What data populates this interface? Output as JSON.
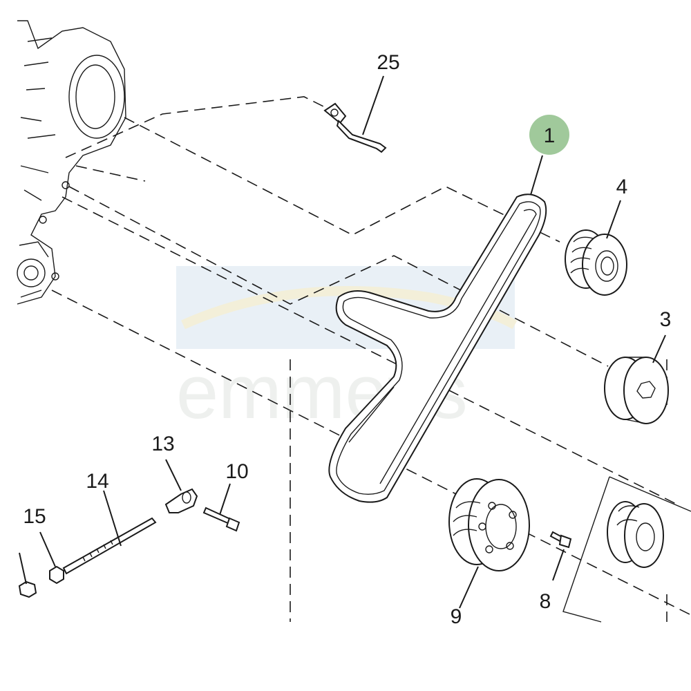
{
  "diagram": {
    "callouts": [
      {
        "id": "1",
        "text": "1",
        "highlighted": true
      },
      {
        "id": "3",
        "text": "3"
      },
      {
        "id": "4",
        "text": "4"
      },
      {
        "id": "8",
        "text": "8"
      },
      {
        "id": "9",
        "text": "9"
      },
      {
        "id": "10",
        "text": "10"
      },
      {
        "id": "13",
        "text": "13"
      },
      {
        "id": "14",
        "text": "14"
      },
      {
        "id": "15",
        "text": "15"
      },
      {
        "id": "25",
        "text": "25"
      }
    ],
    "highlight_color": "#8fbf8a",
    "watermark": {
      "text": "emmetts",
      "band_color": "#e8eff5"
    }
  }
}
